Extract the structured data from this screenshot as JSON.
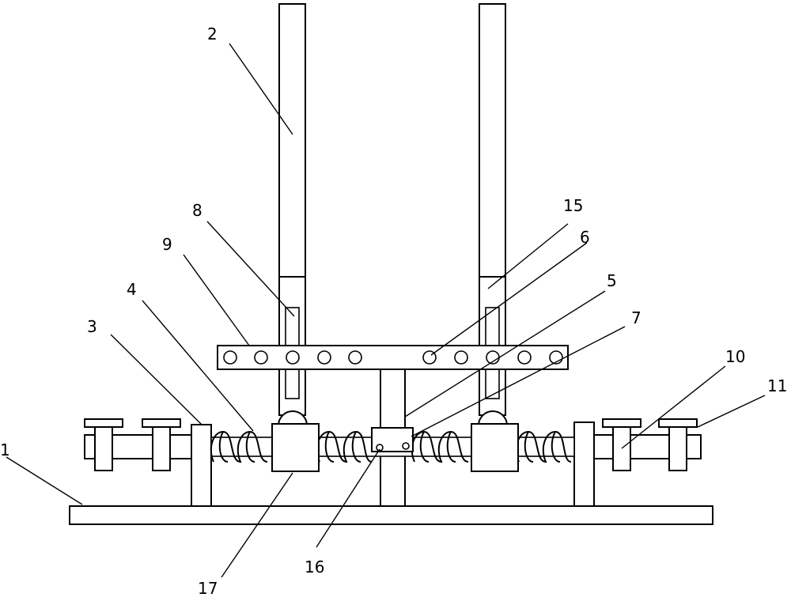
{
  "labels": {
    "l1": "1",
    "l2": "2",
    "l3": "3",
    "l4": "4",
    "l5": "5",
    "l6": "6",
    "l7": "7",
    "l8": "8",
    "l9": "9",
    "l10": "10",
    "l11": "11",
    "l15": "15",
    "l16": "16",
    "l17": "17"
  },
  "colors": {
    "stroke": "#000000",
    "fill": "#ffffff"
  }
}
